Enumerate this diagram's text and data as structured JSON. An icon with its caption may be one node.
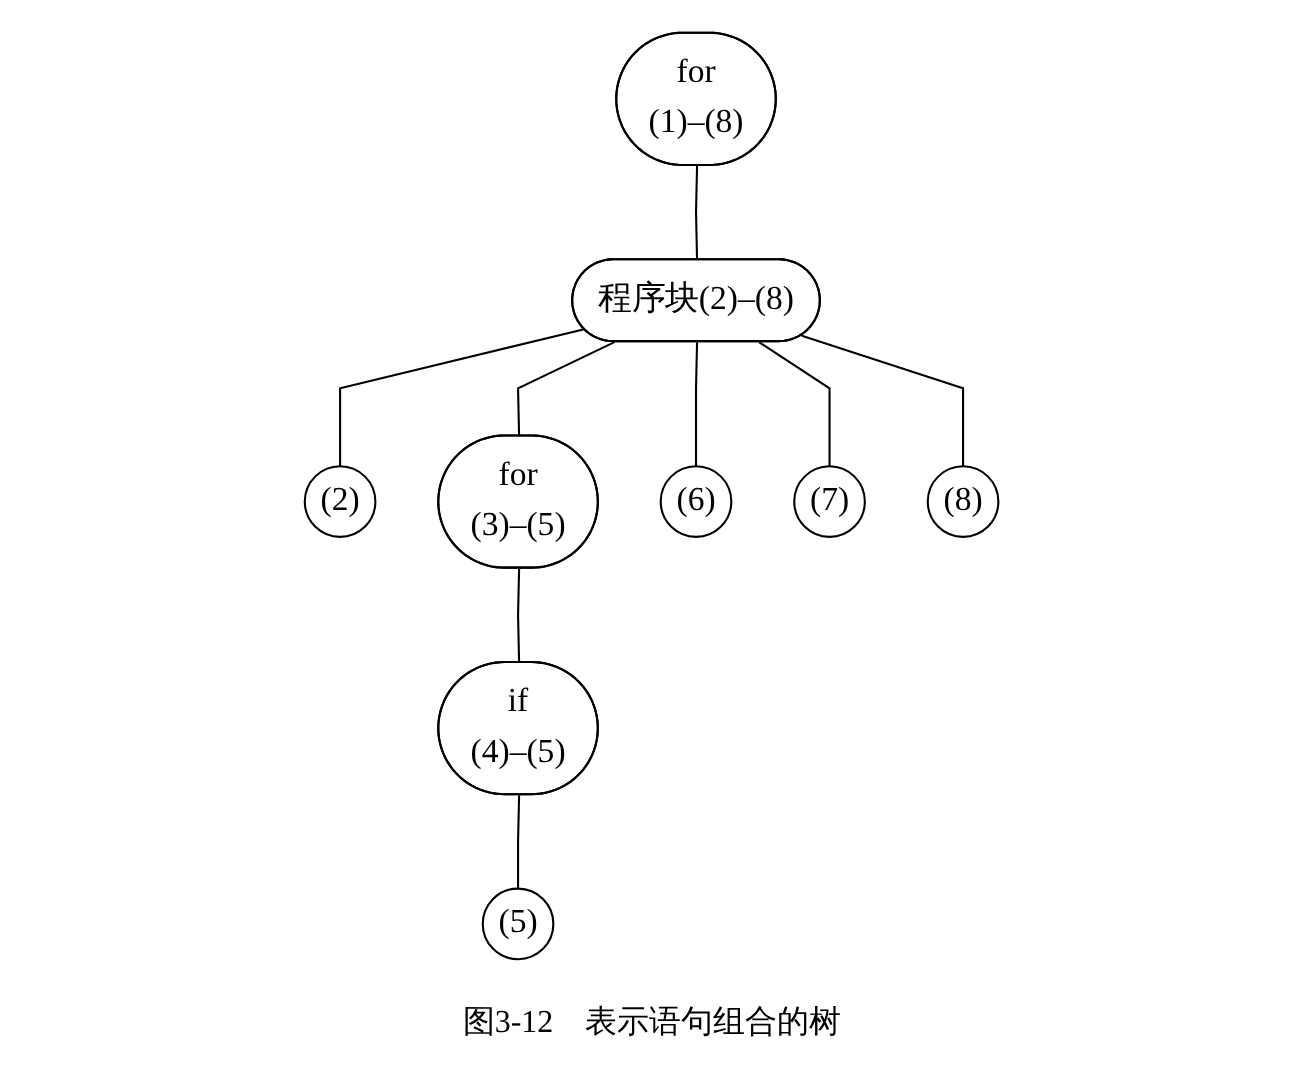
{
  "diagram": {
    "caption": "图3-12　表示语句组合的树",
    "nodes": [
      {
        "text": [
          "for",
          "(1)–(8)"
        ]
      },
      {
        "text": [
          "程序块(2)–(8)"
        ]
      },
      {
        "text": [
          "(2)"
        ]
      },
      {
        "text": [
          "for",
          "(3)–(5)"
        ]
      },
      {
        "text": [
          "(6)"
        ]
      },
      {
        "text": [
          "(7)"
        ]
      },
      {
        "text": [
          "(8)"
        ]
      },
      {
        "text": [
          "if",
          "(4)–(5)"
        ]
      },
      {
        "text": [
          "(5)"
        ]
      }
    ],
    "edges": [
      {
        "from": 0,
        "to": 1,
        "arrow": "none"
      },
      {
        "from": 1,
        "to": 2,
        "arrow": "none"
      },
      {
        "from": 1,
        "to": 3,
        "arrow": "none"
      },
      {
        "from": 1,
        "to": 4,
        "arrow": "none"
      },
      {
        "from": 1,
        "to": 5,
        "arrow": "none"
      },
      {
        "from": 1,
        "to": 6,
        "arrow": "none"
      },
      {
        "from": 3,
        "to": 7,
        "arrow": "none"
      },
      {
        "from": 7,
        "to": 8,
        "arrow": "none"
      }
    ]
  }
}
